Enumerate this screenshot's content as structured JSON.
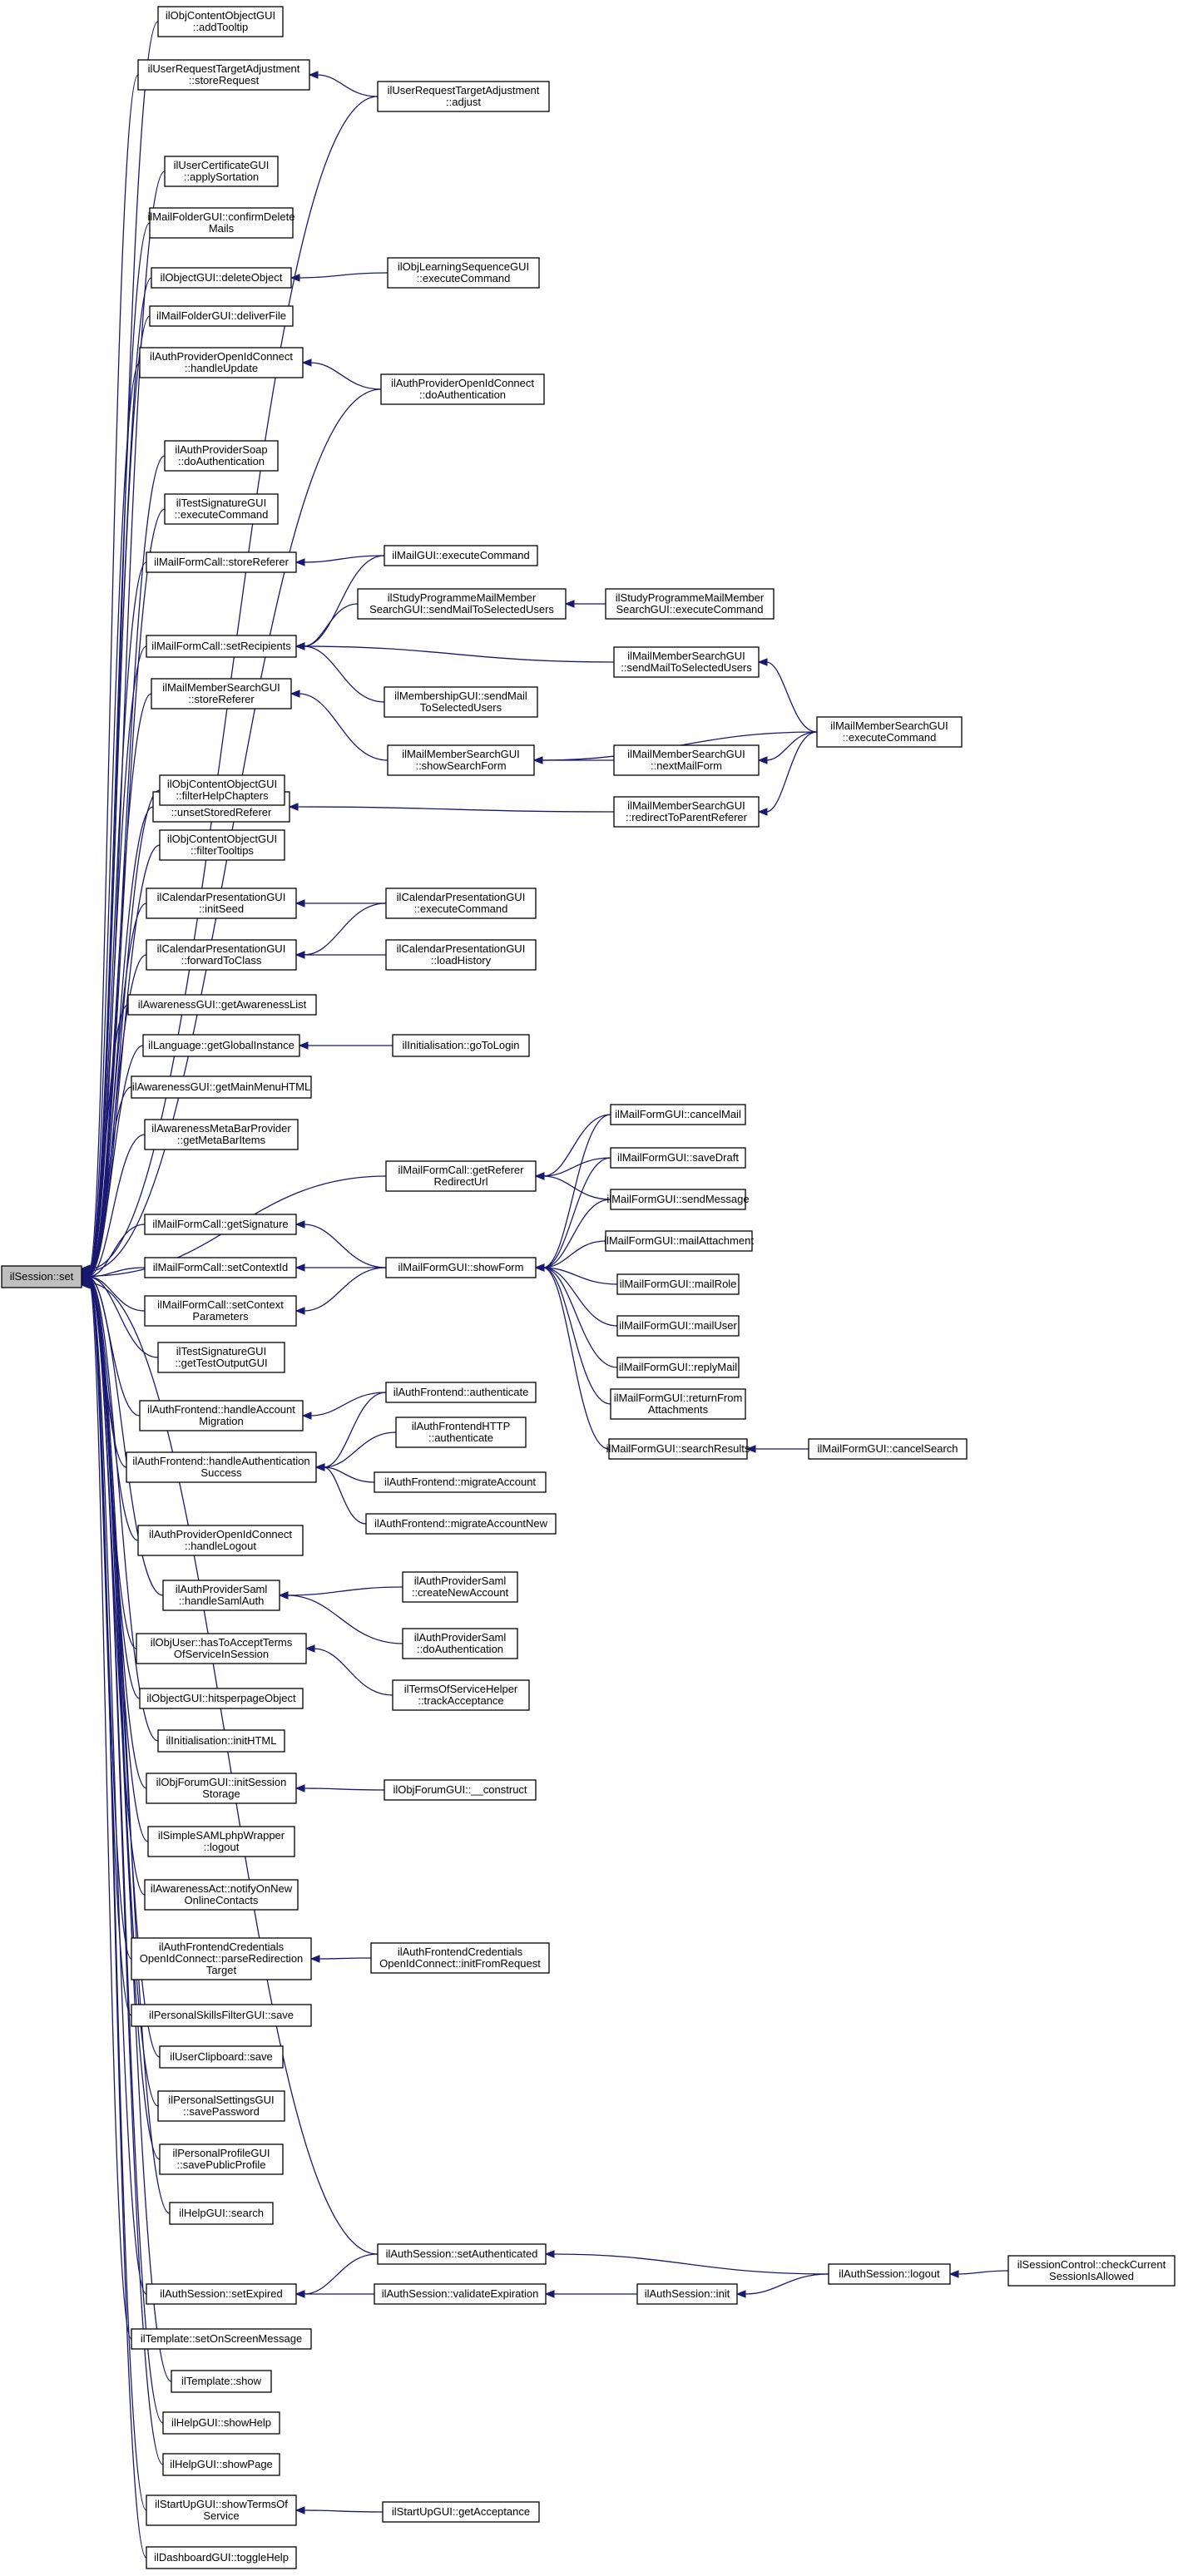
{
  "nodes": {
    "root": "ilSession::set",
    "n1": "ilObjContentObjectGUI\n::addTooltip",
    "n2": "ilUserRequestTargetAdjustment\n::storeRequest",
    "n2a": "ilUserRequestTargetAdjustment\n::adjust",
    "n3": "ilUserCertificateGUI\n::applySortation",
    "n4": "ilMailFolderGUI::confirmDelete\nMails",
    "n5": "ilObjectGUI::deleteObject",
    "n5a": "ilObjLearningSequenceGUI\n::executeCommand",
    "n6": "ilMailFolderGUI::deliverFile",
    "n7": "ilAuthProviderOpenIdConnect\n::handleUpdate",
    "n7a": "ilAuthProviderOpenIdConnect\n::doAuthentication",
    "n8": "ilAuthProviderSoap\n::doAuthentication",
    "n9": "ilTestSignatureGUI\n::executeCommand",
    "n10": "ilMailFormCall::storeReferer",
    "n10a": "ilMailGUI::executeCommand",
    "n11": "ilMailFormCall::setRecipients",
    "n11a": "ilStudyProgrammeMailMember\nSearchGUI::sendMailToSelectedUsers",
    "n11b": "ilStudyProgrammeMailMember\nSearchGUI::executeCommand",
    "n11c": "ilMailMemberSearchGUI\n::sendMailToSelectedUsers",
    "n11d": "ilMembershipGUI::sendMail\nToSelectedUsers",
    "n12": "ilMailMemberSearchGUI\n::storeReferer",
    "n12a": "ilMailMemberSearchGUI\n::showSearchForm",
    "n12b": "ilMailMemberSearchGUI\n::nextMailForm",
    "n12c": "ilMailMemberSearchGUI\n::executeCommand",
    "n13": "ilMailMemberSearchGUI\n::unsetStoredReferer",
    "n13a": "ilMailMemberSearchGUI\n::redirectToParentReferer",
    "n14": "ilObjContentObjectGUI\n::filterHelpChapters",
    "n15": "ilObjContentObjectGUI\n::filterTooltips",
    "n16": "ilCalendarPresentationGUI\n::initSeed",
    "n16a": "ilCalendarPresentationGUI\n::executeCommand",
    "n17": "ilCalendarPresentationGUI\n::forwardToClass",
    "n17a": "ilCalendarPresentationGUI\n::loadHistory",
    "n18": "ilAwarenessGUI::getAwarenessList",
    "n19": "ilLanguage::getGlobalInstance",
    "n19a": "ilInitialisation::goToLogin",
    "n20": "ilAwarenessGUI::getMainMenuHTML",
    "n21": "ilAwarenessMetaBarProvider\n::getMetaBarItems",
    "n22": "ilMailFormCall::getReferer\nRedirectUrl",
    "n23": "ilMailFormCall::getSignature",
    "n24": "ilMailFormCall::setContextId",
    "n24a": "ilMailFormGUI::showForm",
    "m1": "ilMailFormGUI::cancelMail",
    "m2": "ilMailFormGUI::saveDraft",
    "m3": "ilMailFormGUI::sendMessage",
    "m4": "ilMailFormGUI::mailAttachment",
    "m5": "ilMailFormGUI::mailRole",
    "m6": "ilMailFormGUI::mailUser",
    "m7": "ilMailFormGUI::replyMail",
    "m8": "ilMailFormGUI::returnFrom\nAttachments",
    "m9": "ilMailFormGUI::searchResults",
    "m9a": "ilMailFormGUI::cancelSearch",
    "n25": "ilMailFormCall::setContext\nParameters",
    "n26": "ilTestSignatureGUI\n::getTestOutputGUI",
    "n27": "ilAuthFrontend::handleAccount\nMigration",
    "n27a": "ilAuthFrontend::authenticate",
    "n28": "ilAuthFrontend::handleAuthentication\nSuccess",
    "n28a": "ilAuthFrontendHTTP\n::authenticate",
    "n28b": "ilAuthFrontend::migrateAccount",
    "n28c": "ilAuthFrontend::migrateAccountNew",
    "n29": "ilAuthProviderOpenIdConnect\n::handleLogout",
    "n30": "ilAuthProviderSaml\n::handleSamlAuth",
    "n30a": "ilAuthProviderSaml\n::createNewAccount",
    "n30b": "ilAuthProviderSaml\n::doAuthentication",
    "n31": "ilObjUser::hasToAcceptTerms\nOfServiceInSession",
    "n31a": "ilTermsOfServiceHelper\n::trackAcceptance",
    "n32": "ilObjectGUI::hitsperpageObject",
    "n33": "ilInitialisation::initHTML",
    "n34": "ilObjForumGUI::initSession\nStorage",
    "n34a": "ilObjForumGUI::__construct",
    "n35": "ilSimpleSAMLphpWrapper\n::logout",
    "n36": "ilAwarenessAct::notifyOnNew\nOnlineContacts",
    "n37": "ilAuthFrontendCredentials\nOpenIdConnect::parseRedirection\nTarget",
    "n37a": "ilAuthFrontendCredentials\nOpenIdConnect::initFromRequest",
    "n38": "ilPersonalSkillsFilterGUI::save",
    "n39": "ilUserClipboard::save",
    "n40": "ilPersonalSettingsGUI\n::savePassword",
    "n41": "ilPersonalProfileGUI\n::savePublicProfile",
    "n42": "ilHelpGUI::search",
    "n43": "ilAuthSession::setAuthenticated",
    "n43a": "ilAuthSession::logout",
    "n43b": "ilSessionControl::checkCurrent\nSessionIsAllowed",
    "n44": "ilAuthSession::setExpired",
    "n44a": "ilAuthSession::validateExpiration",
    "n44b": "ilAuthSession::init",
    "n45": "ilTemplate::setOnScreenMessage",
    "n46": "ilTemplate::show",
    "n47": "ilHelpGUI::showHelp",
    "n48": "ilHelpGUI::showPage",
    "n49": "ilStartUpGUI::showTermsOf\nService",
    "n49a": "ilStartUpGUI::getAcceptance",
    "n50": "ilDashboardGUI::toggleHelp"
  },
  "edges": [
    [
      "n1",
      "root"
    ],
    [
      "n2",
      "root"
    ],
    [
      "n2a",
      "root"
    ],
    [
      "n2a",
      "n2"
    ],
    [
      "n3",
      "root"
    ],
    [
      "n4",
      "root"
    ],
    [
      "n5",
      "root"
    ],
    [
      "n5a",
      "n5"
    ],
    [
      "n6",
      "root"
    ],
    [
      "n7",
      "root"
    ],
    [
      "n7a",
      "root"
    ],
    [
      "n7a",
      "n7"
    ],
    [
      "n8",
      "root"
    ],
    [
      "n9",
      "root"
    ],
    [
      "n10",
      "root"
    ],
    [
      "n10a",
      "n10"
    ],
    [
      "n10a",
      "n11"
    ],
    [
      "n11",
      "root"
    ],
    [
      "n11a",
      "n11"
    ],
    [
      "n11b",
      "n11a"
    ],
    [
      "n11c",
      "n11"
    ],
    [
      "n11d",
      "n11"
    ],
    [
      "n12",
      "root"
    ],
    [
      "n12a",
      "n12"
    ],
    [
      "n12b",
      "n12a"
    ],
    [
      "n12c",
      "n12a"
    ],
    [
      "n12c",
      "n12b"
    ],
    [
      "n12c",
      "n11c"
    ],
    [
      "n12c",
      "n13a"
    ],
    [
      "n13",
      "root"
    ],
    [
      "n13a",
      "n13"
    ],
    [
      "n14",
      "root"
    ],
    [
      "n15",
      "root"
    ],
    [
      "n16",
      "root"
    ],
    [
      "n16a",
      "n16"
    ],
    [
      "n17",
      "root"
    ],
    [
      "n16a",
      "n17"
    ],
    [
      "n17a",
      "n17"
    ],
    [
      "n18",
      "root"
    ],
    [
      "n19",
      "root"
    ],
    [
      "n19a",
      "n19"
    ],
    [
      "n20",
      "root"
    ],
    [
      "n21",
      "root"
    ],
    [
      "n22",
      "root"
    ],
    [
      "m1",
      "n22"
    ],
    [
      "m2",
      "n22"
    ],
    [
      "m3",
      "n22"
    ],
    [
      "n23",
      "root"
    ],
    [
      "n24a",
      "n23"
    ],
    [
      "n24",
      "root"
    ],
    [
      "n24a",
      "n24"
    ],
    [
      "n24a",
      "n25"
    ],
    [
      "m1",
      "n24a"
    ],
    [
      "m2",
      "n24a"
    ],
    [
      "m3",
      "n24a"
    ],
    [
      "m4",
      "n24a"
    ],
    [
      "m5",
      "n24a"
    ],
    [
      "m6",
      "n24a"
    ],
    [
      "m7",
      "n24a"
    ],
    [
      "m8",
      "n24a"
    ],
    [
      "m9",
      "n24a"
    ],
    [
      "m9a",
      "m9"
    ],
    [
      "n25",
      "root"
    ],
    [
      "n26",
      "root"
    ],
    [
      "n27",
      "root"
    ],
    [
      "n27a",
      "n27"
    ],
    [
      "n28",
      "root"
    ],
    [
      "n27a",
      "n28"
    ],
    [
      "n28a",
      "n28"
    ],
    [
      "n28b",
      "n28"
    ],
    [
      "n28c",
      "n28"
    ],
    [
      "n29",
      "root"
    ],
    [
      "n30",
      "root"
    ],
    [
      "n30a",
      "n30"
    ],
    [
      "n30b",
      "n30"
    ],
    [
      "n31",
      "root"
    ],
    [
      "n31a",
      "n31"
    ],
    [
      "n32",
      "root"
    ],
    [
      "n33",
      "root"
    ],
    [
      "n34",
      "root"
    ],
    [
      "n34a",
      "n34"
    ],
    [
      "n35",
      "root"
    ],
    [
      "n36",
      "root"
    ],
    [
      "n37",
      "root"
    ],
    [
      "n37a",
      "n37"
    ],
    [
      "n38",
      "root"
    ],
    [
      "n39",
      "root"
    ],
    [
      "n40",
      "root"
    ],
    [
      "n41",
      "root"
    ],
    [
      "n42",
      "root"
    ],
    [
      "n43",
      "root"
    ],
    [
      "n43a",
      "n43"
    ],
    [
      "n43b",
      "n43a"
    ],
    [
      "n44",
      "root"
    ],
    [
      "n43",
      "n44"
    ],
    [
      "n44a",
      "n44"
    ],
    [
      "n44b",
      "n44a"
    ],
    [
      "n43a",
      "n44b"
    ],
    [
      "n45",
      "root"
    ],
    [
      "n46",
      "root"
    ],
    [
      "n47",
      "root"
    ],
    [
      "n48",
      "root"
    ],
    [
      "n49",
      "root"
    ],
    [
      "n49a",
      "n49"
    ],
    [
      "n50",
      "root"
    ]
  ]
}
